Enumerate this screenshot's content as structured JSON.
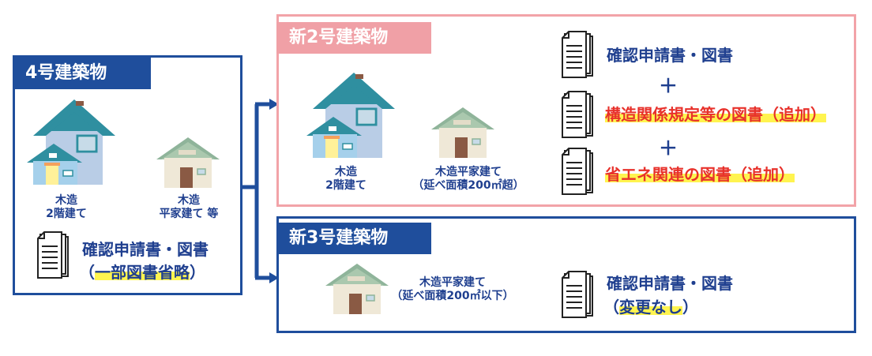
{
  "left": {
    "title": "4号建築物",
    "house_big_label": "木造\n2階建て",
    "house_small_label": "木造\n平家建て 等",
    "doc_line1": "確認申請書・図書",
    "doc_line2_open": "（",
    "doc_line2_hl": "一部図書省略",
    "doc_line2_close": "）"
  },
  "new2": {
    "title": "新2号建築物",
    "house_big_label": "木造\n2階建て",
    "house_small_label": "木造平家建て\n（延べ面積200㎡超）",
    "doc1": "確認申請書・図書",
    "plus1": "＋",
    "doc2_hl": "構造関係規定等の図書",
    "doc2_suffix": "（追加）",
    "plus2": "＋",
    "doc3_hl": "省エネ関連の図書",
    "doc3_suffix": "（追加）"
  },
  "new3": {
    "title": "新3号建築物",
    "house_label": "木造平家建て\n（延べ面積200㎡以下）",
    "doc_line1": "確認申請書・図書",
    "doc_line2_open": "（",
    "doc_line2_hl": "変更なし",
    "doc_line2_close": "）"
  },
  "colors": {
    "navy": "#1f4e9c",
    "pink": "#f0a0a6",
    "pink_border": "#f2a3a8",
    "red_text": "#e8312b",
    "highlight": "#fff44f"
  }
}
